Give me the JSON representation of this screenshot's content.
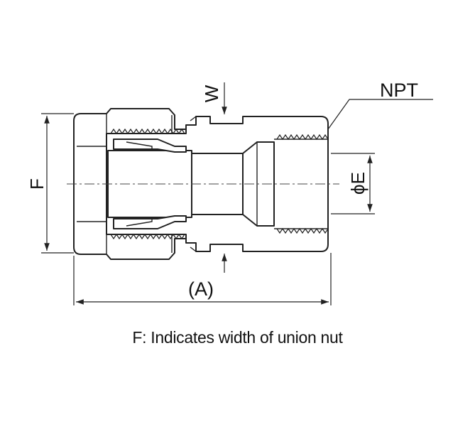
{
  "labels": {
    "w": "W",
    "npt": "NPT",
    "f": "F",
    "e": "ϕE",
    "a": "(A)"
  },
  "caption": "F: Indicates width of union nut"
}
